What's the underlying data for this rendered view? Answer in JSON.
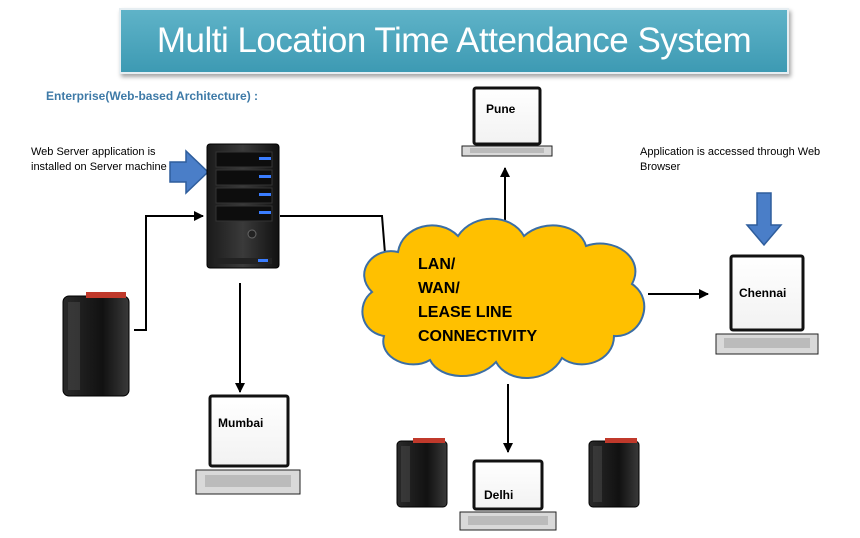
{
  "title": "Multi Location Time Attendance System",
  "subtitle": "Enterprise(Web-based Architecture) :",
  "notes": {
    "server": "Web Server application is installed on Server machine",
    "browser": "Application is accessed through Web Browser"
  },
  "cloud": {
    "lines": [
      "LAN/",
      "WAN/",
      "LEASE LINE",
      "CONNECTIVITY"
    ]
  },
  "locations": {
    "pune": "Pune",
    "chennai": "Chennai",
    "mumbai": "Mumbai",
    "delhi": "Delhi"
  },
  "colors": {
    "banner": "#4aa7bf",
    "cloud_fill": "#ffc000",
    "cloud_stroke": "#3b6ea5",
    "arrow_hint": "#4a7ec8",
    "subtitle": "#3e7aa7"
  }
}
